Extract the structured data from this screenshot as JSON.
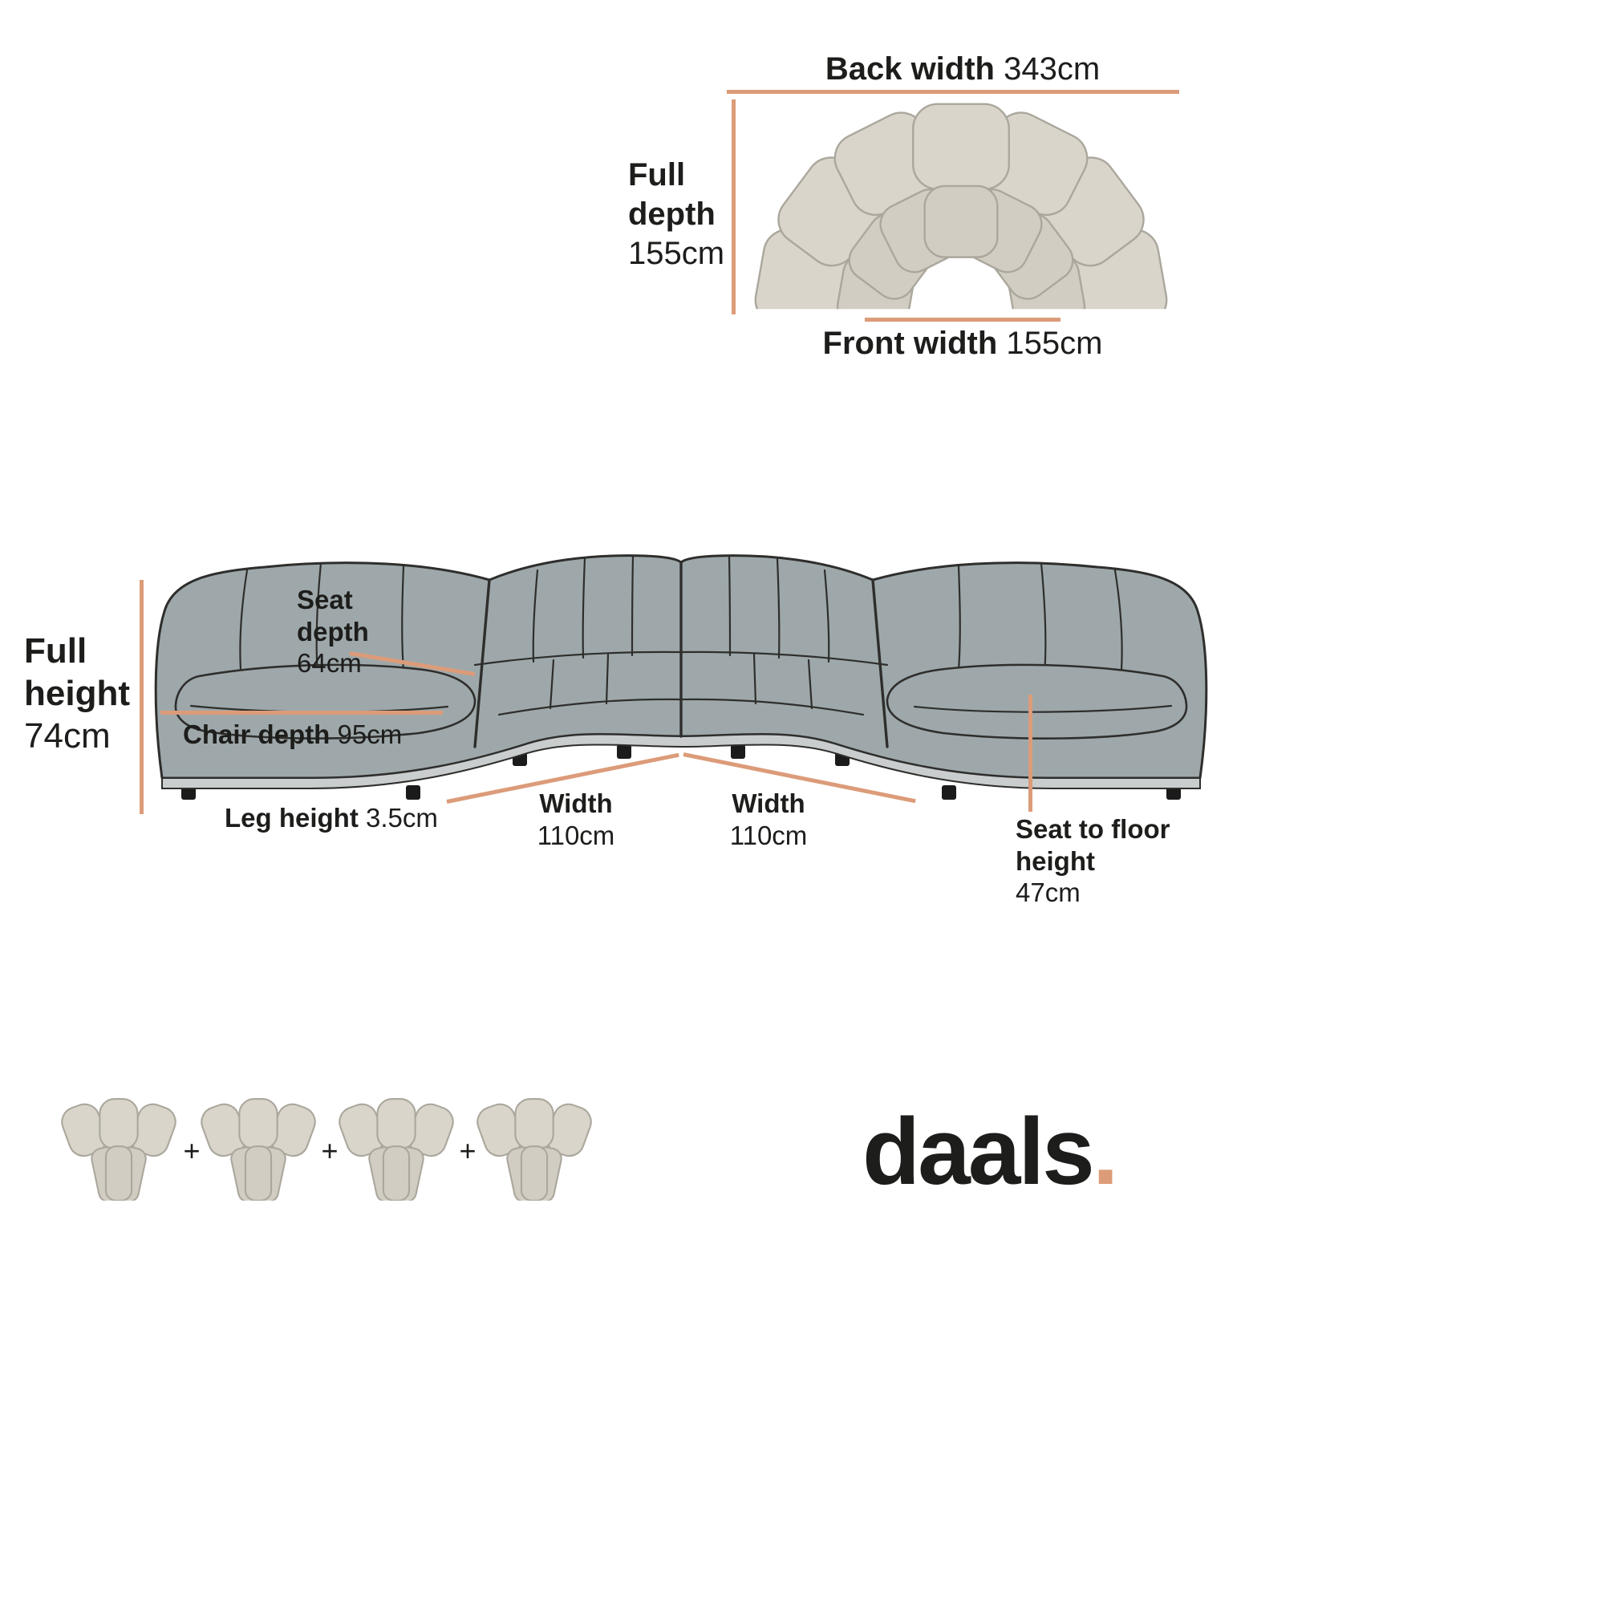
{
  "colors": {
    "accent": "#DC9B79",
    "ink": "#1D1D1B",
    "sofa_fill": "#9EA8AA",
    "sofa_line": "#2E2E2C",
    "plinth": "#C9CDCE",
    "beige_fill": "#D9D5CB",
    "beige_line": "#ABA79D",
    "beige_seat": "#D1CDC2"
  },
  "top_view": {
    "back_width": {
      "label": "Back width",
      "value": "343cm"
    },
    "full_depth": {
      "label": "Full depth",
      "value": "155cm"
    },
    "front_width": {
      "label": "Front width",
      "value": "155cm"
    }
  },
  "front_view": {
    "full_height": {
      "label": "Full height",
      "value": "74cm"
    },
    "seat_depth": {
      "label": "Seat depth",
      "value": "64cm"
    },
    "chair_depth": {
      "label": "Chair depth",
      "value": "95cm"
    },
    "leg_height": {
      "label": "Leg height",
      "value": "3.5cm"
    },
    "width_left": {
      "label": "Width",
      "value": "110cm"
    },
    "width_right": {
      "label": "Width",
      "value": "110cm"
    },
    "seat_to_floor": {
      "label": "Seat to floor height",
      "value": "47cm"
    }
  },
  "modules": {
    "separator": "+"
  },
  "brand": {
    "name": "daals",
    "dot": "."
  }
}
